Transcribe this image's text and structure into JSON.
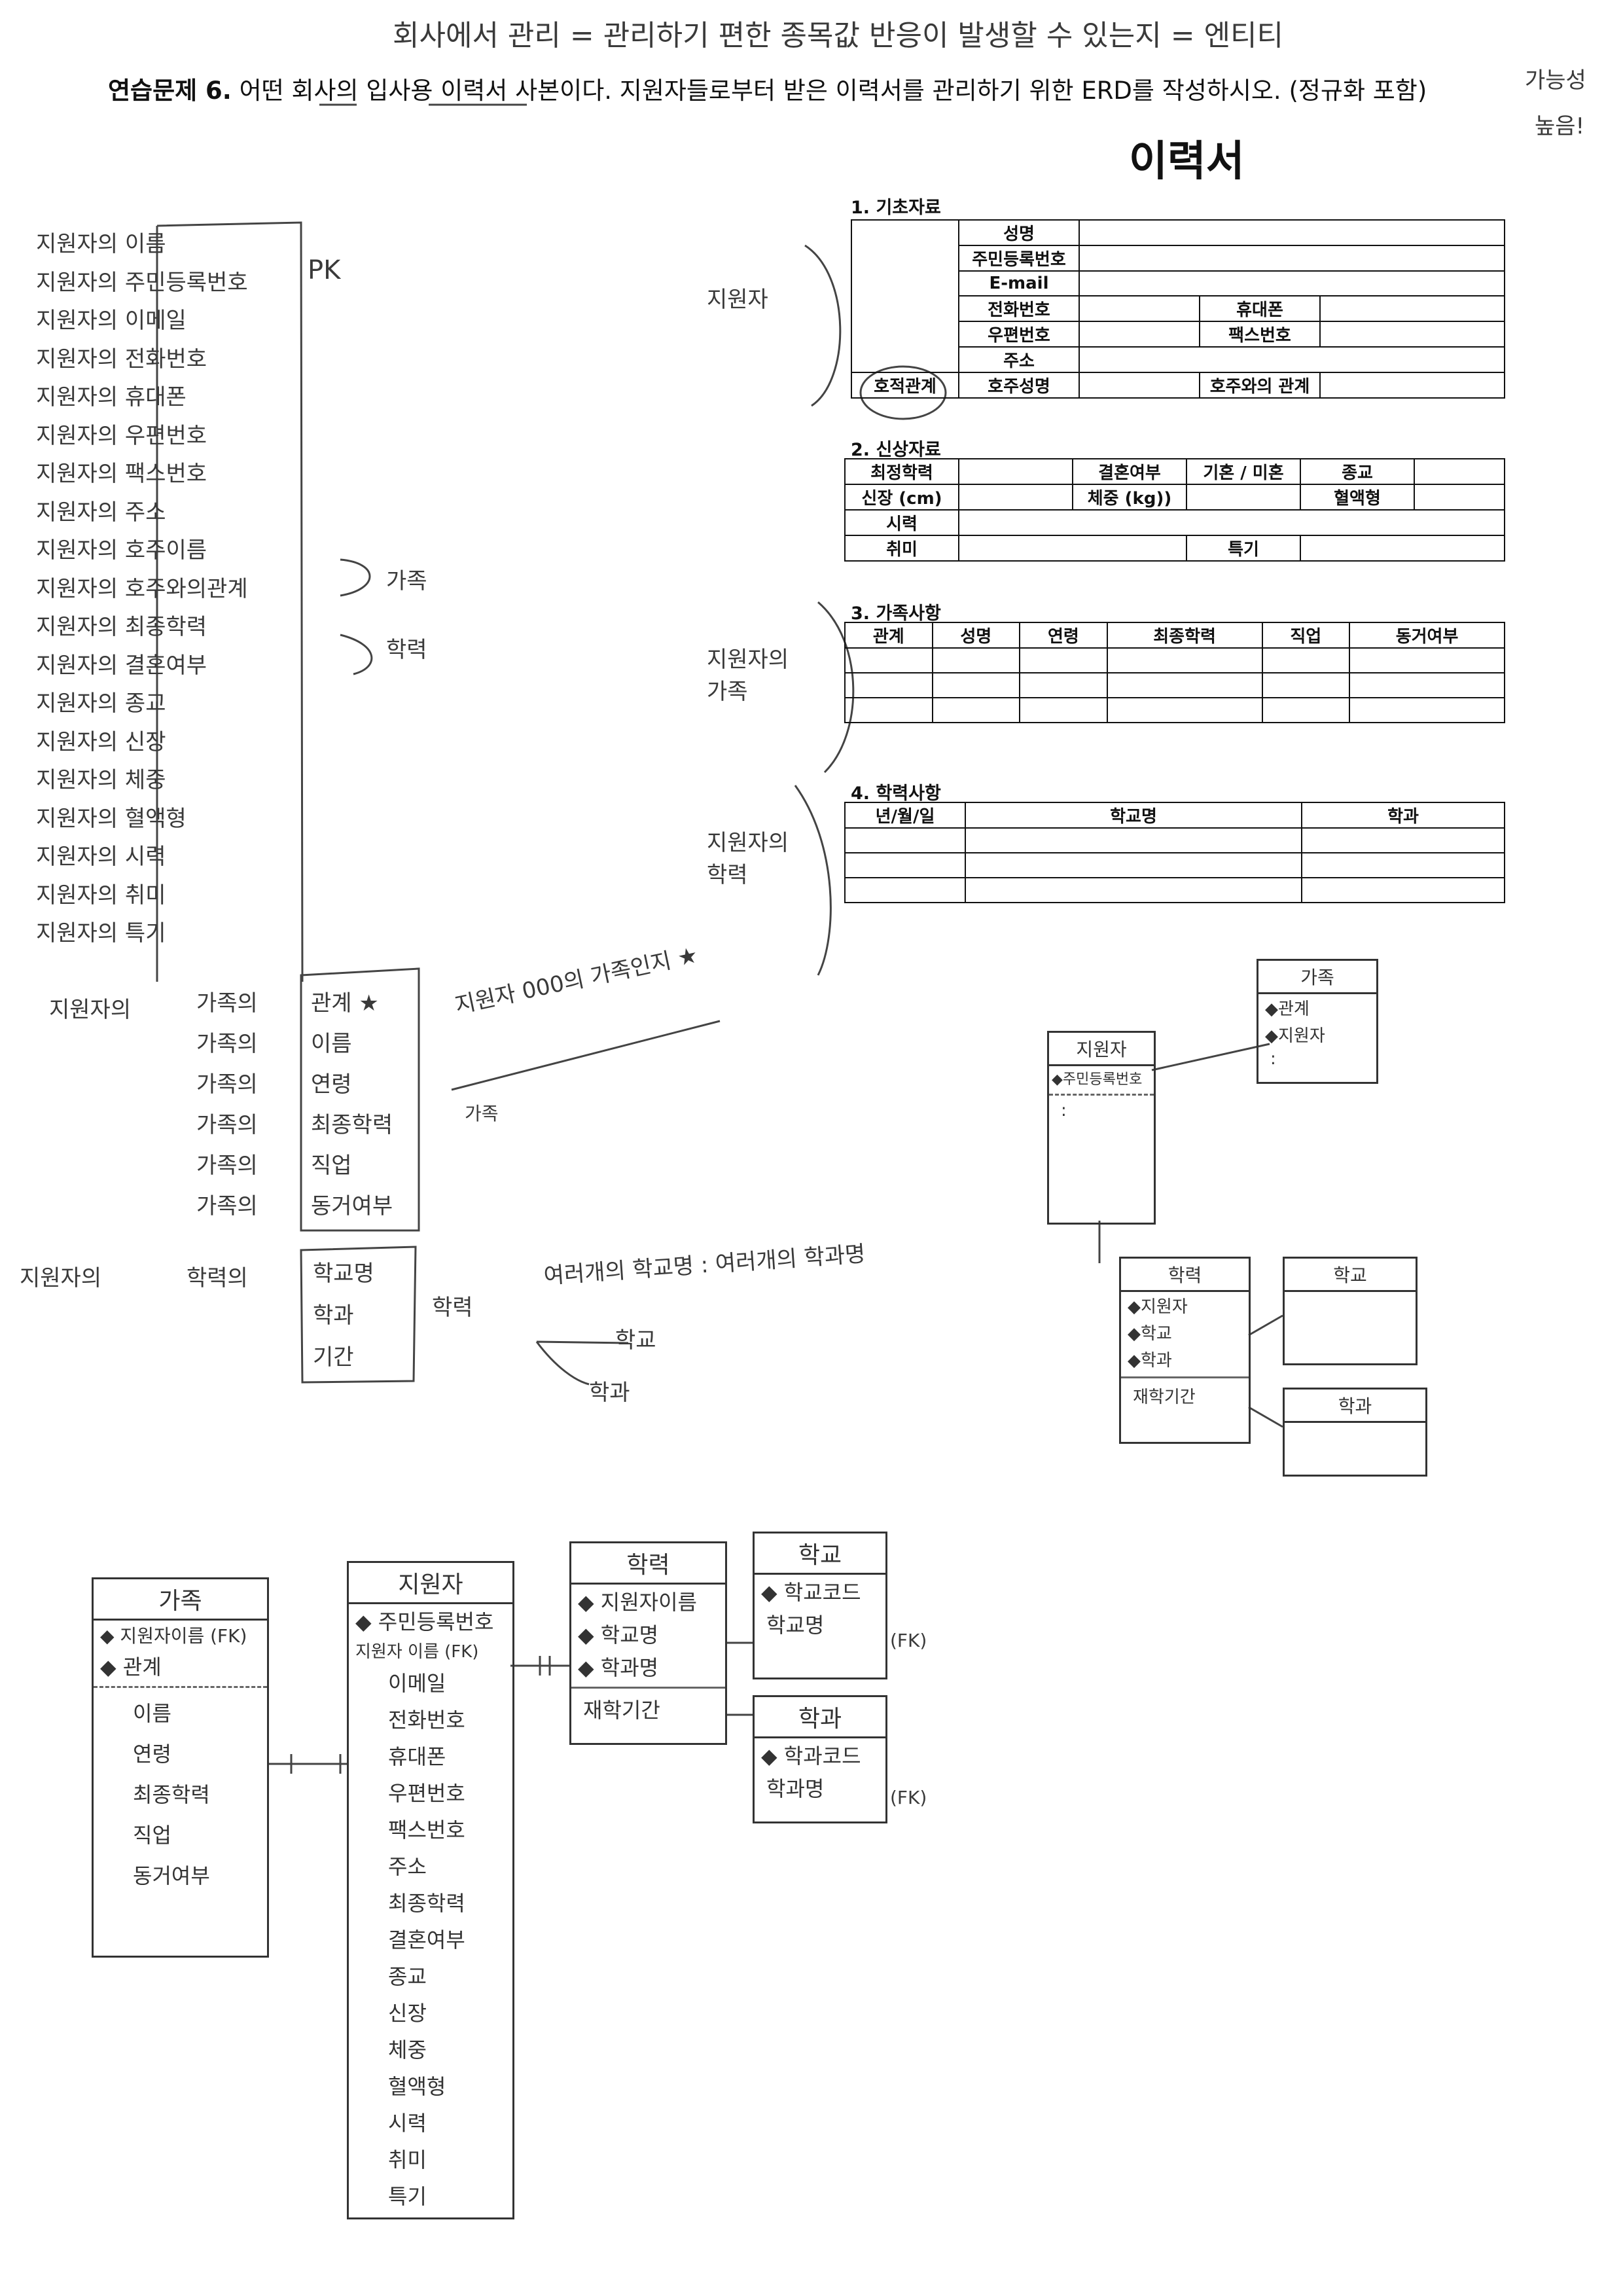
{
  "header_note": "회사에서 관리 = 관리하기 편한 종목값 반응이 발생할 수 있는지 = 엔티티",
  "header_note2": "가능성",
  "header_note3": "높음!",
  "question": {
    "number": "연습문제 6.",
    "text": "어떤 회사의 입사용 이력서 사본이다. 지원자들로부터 받은 이력서를 관리하기 위한 ERD를 작성하시오. (정규화 포함)"
  },
  "form": {
    "title": "이력서",
    "s1": {
      "title": "1. 기초자료",
      "name": "성명",
      "rrn": "주민등록번호",
      "email": "E-mail",
      "phone": "전화번호",
      "mobile": "휴대폰",
      "zip": "우편번호",
      "fax": "팩스번호",
      "addr": "주소",
      "family_rel": "호적관계",
      "head_name": "호주성명",
      "head_rel": "호주와의 관계"
    },
    "s2": {
      "title": "2. 신상자료",
      "edu": "최정학력",
      "married": "결혼여부",
      "married_val": "기혼 / 미혼",
      "religion": "종교",
      "height": "신장 (cm)",
      "weight": "체중 (kg))",
      "blood": "혈액형",
      "sight": "시력",
      "hobby": "취미",
      "skill": "특기"
    },
    "s3": {
      "title": "3. 가족사항",
      "headers": [
        "관계",
        "성명",
        "연령",
        "최종학력",
        "직업",
        "동거여부"
      ]
    },
    "s4": {
      "title": "4. 학력사항",
      "headers": [
        "년/월/일",
        "학교명",
        "학과"
      ]
    }
  },
  "notes": {
    "applicant_attrs": [
      "지원자의 이름",
      "지원자의 주민등록번호",
      "지원자의 이메일",
      "지원자의 전화번호",
      "지원자의 휴대폰",
      "지원자의 우편번호",
      "지원자의 팩스번호",
      "지원자의 주소",
      "지원자의 호주이름",
      "지원자의 호주와의관계",
      "지원자의 최종학력",
      "지원자의 결혼여부",
      "지원자의 종교",
      "지원자의 신장",
      "지원자의 체중",
      "지원자의 혈액형",
      "지원자의 시력",
      "지원자의 취미",
      "지원자의 특기"
    ],
    "pk": "PK",
    "gajok": "가족",
    "hakryeok": "학력",
    "applicant_label": "지원자의",
    "family_prefix": "가족의",
    "family_attrs": [
      "관계 ★",
      "이름",
      "연령",
      "최종학력",
      "직업",
      "동거여부"
    ],
    "family_note": "지원자 000의 가족인지 ★",
    "family_note2": "가족",
    "edu_prefix": "학력의",
    "edu_attrs": [
      "학교명",
      "학과",
      "기간"
    ],
    "edu_note": "여러개의 학교명 : 여러개의 학과명",
    "school": "학교",
    "dept": "학과",
    "side_applicant": "지원자",
    "side_family": "지원자의 가족",
    "side_edu": "지원자의 학력"
  },
  "erd_small": {
    "applicant": {
      "name": "지원자",
      "pk": "◆주민등록번호",
      "more": ":"
    },
    "family": {
      "name": "가족",
      "pk1": "◆관계",
      "pk2": "◆지원자",
      "more": ":"
    },
    "edu": {
      "name": "학력",
      "pk1": "◆지원자",
      "pk2": "◆학교",
      "pk3": "◆학과",
      "attr": "재학기간"
    },
    "school": {
      "name": "학교"
    },
    "dept": {
      "name": "학과"
    }
  },
  "erd_big": {
    "family": {
      "name": "가족",
      "pk1": "◆ 지원자이름 (FK)",
      "pk2": "◆ 관계",
      "attrs": [
        "이름",
        "연령",
        "최종학력",
        "직업",
        "동거여부"
      ]
    },
    "applicant": {
      "name": "지원자",
      "pk": "◆ 주민등록번호",
      "fk": "지원자 이름 (FK)",
      "attrs": [
        "이메일",
        "전화번호",
        "휴대폰",
        "우편번호",
        "팩스번호",
        "주소",
        "최종학력",
        "결혼여부",
        "종교",
        "신장",
        "체중",
        "혈액형",
        "시력",
        "취미",
        "특기"
      ]
    },
    "edu": {
      "name": "학력",
      "pk1": "◆ 지원자이름",
      "pk2": "◆ 학교명",
      "pk3": "◆ 학과명",
      "attr": "재학기간"
    },
    "school": {
      "name": "학교",
      "pk": "◆ 학교코드",
      "attr": "학교명",
      "fk": "(FK)"
    },
    "dept": {
      "name": "학과",
      "pk": "◆ 학과코드",
      "attr": "학과명",
      "fk": "(FK)"
    }
  }
}
